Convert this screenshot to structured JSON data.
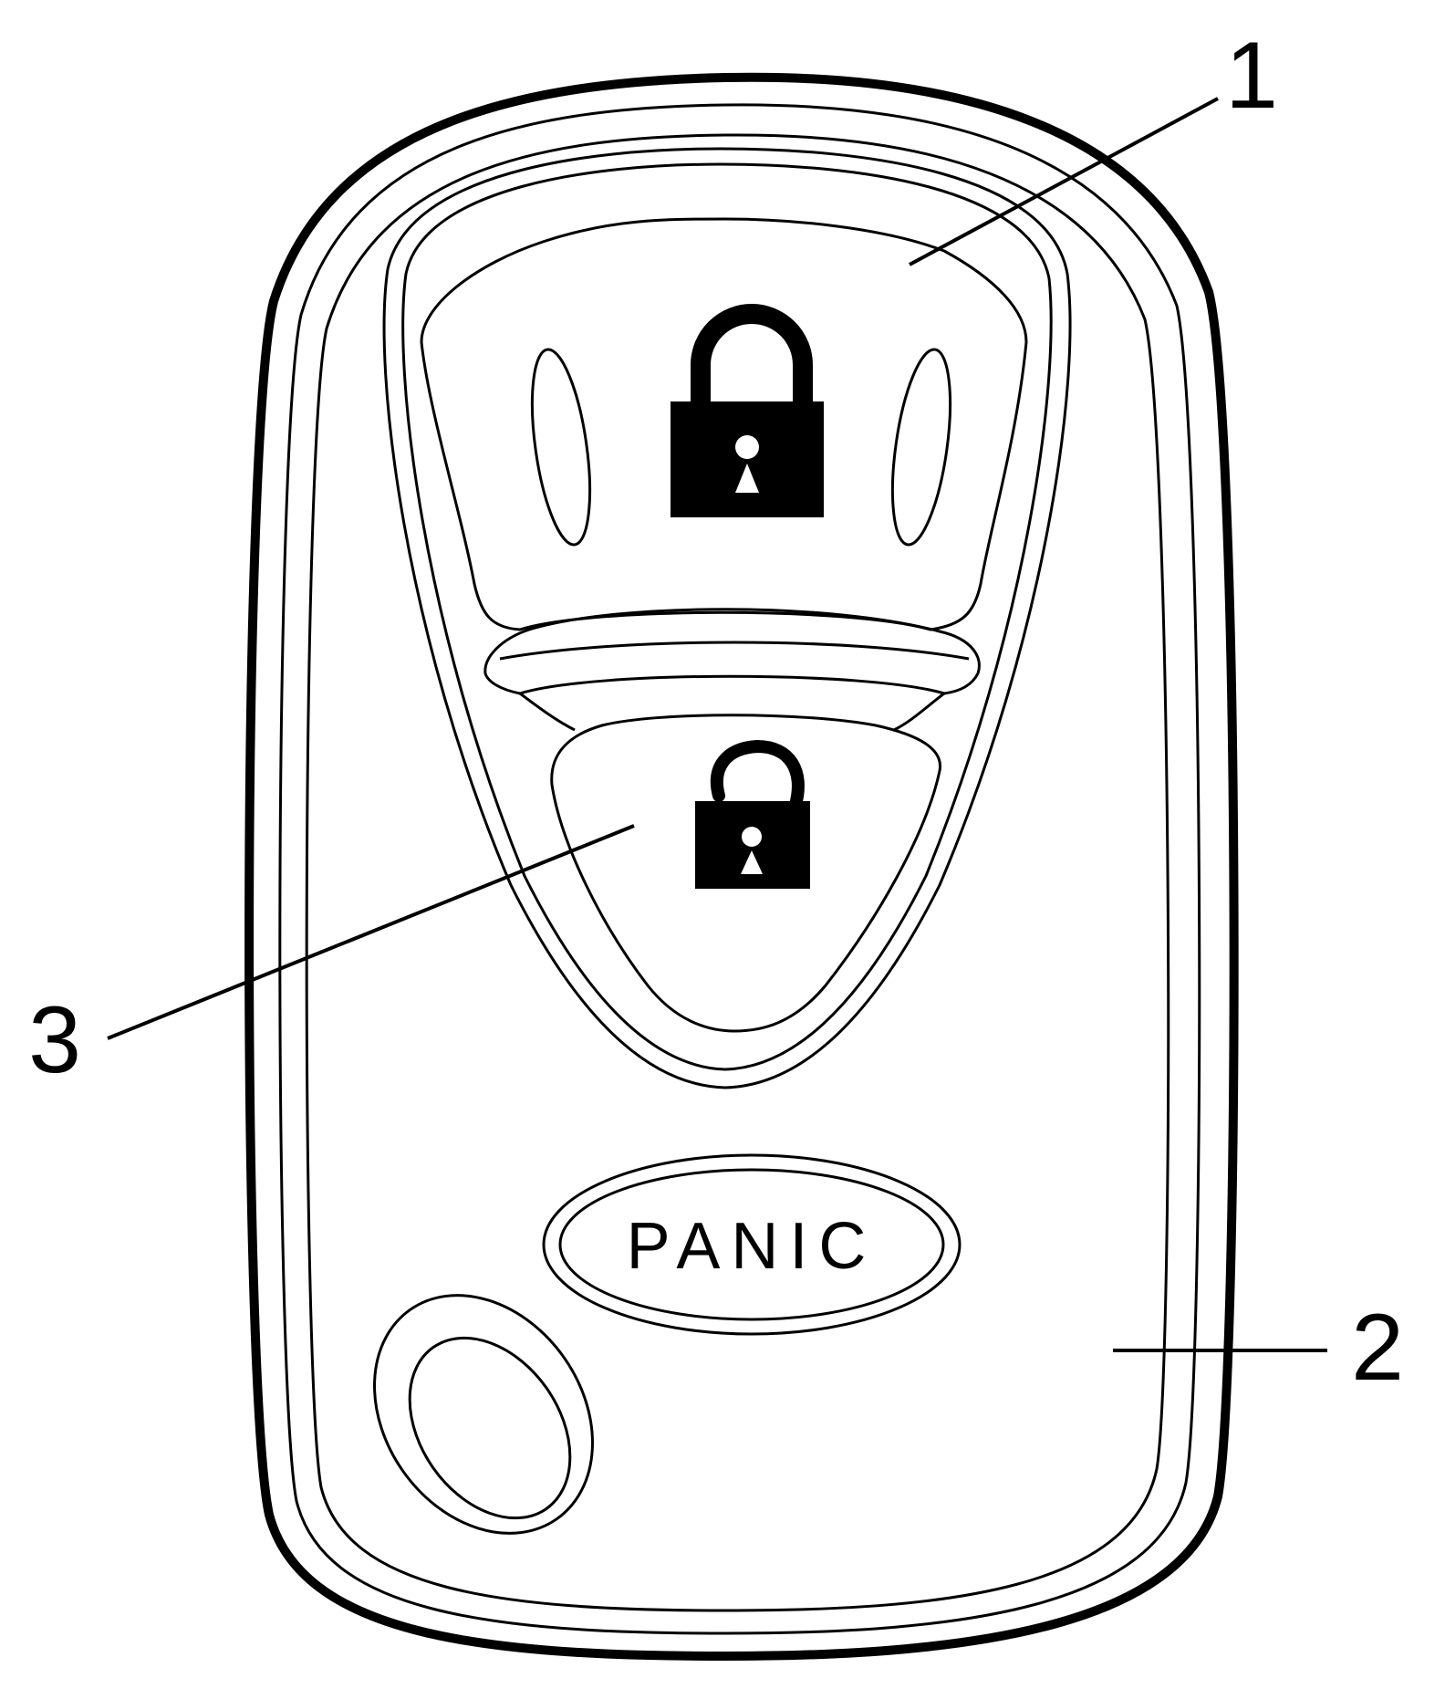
{
  "diagram": {
    "panic_label": "PANIC",
    "callouts": [
      {
        "number": "1"
      },
      {
        "number": "2"
      },
      {
        "number": "3"
      }
    ],
    "icons": [
      "lock-icon",
      "unlock-icon"
    ],
    "colors": {
      "line": "#000000",
      "background": "#ffffff"
    }
  }
}
